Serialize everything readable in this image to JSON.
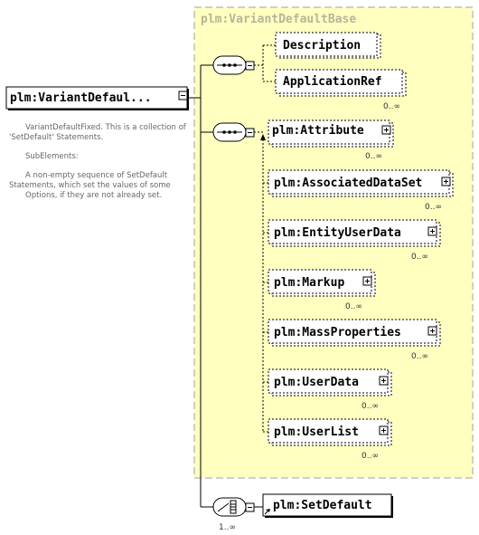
{
  "root": {
    "label": "plm:VariantDefaul..."
  },
  "documentation": [
    "VariantDefaultFixed. This is a collection of",
    "'SetDefault' Statements.",
    "SubElements:",
    "A non-empty sequence of SetDefault",
    "Statements, which set the values of some",
    "Options, if they are not already set."
  ],
  "base_type": {
    "label": "plm:VariantDefaultBase"
  },
  "base_sequence": [
    {
      "label": "Description",
      "cardinality": ""
    },
    {
      "label": "ApplicationRef",
      "cardinality": "0..∞"
    }
  ],
  "attribute_sequence": [
    {
      "label": "plm:Attribute",
      "cardinality": "0..∞"
    },
    {
      "label": "plm:AssociatedDataSet",
      "cardinality": "0..∞"
    },
    {
      "label": "plm:EntityUserData",
      "cardinality": "0..∞"
    },
    {
      "label": "plm:Markup",
      "cardinality": "0..∞"
    },
    {
      "label": "plm:MassProperties",
      "cardinality": "0..∞"
    },
    {
      "label": "plm:UserData",
      "cardinality": "0..∞"
    },
    {
      "label": "plm:UserList",
      "cardinality": "0..∞"
    }
  ],
  "set_default": {
    "label": "plm:SetDefault",
    "cardinality": "1..∞"
  },
  "colors": {
    "base_fill": "#ffffc0",
    "base_border": "#a0a0a0",
    "base_title": "#b7b59a",
    "line": "#000000"
  }
}
